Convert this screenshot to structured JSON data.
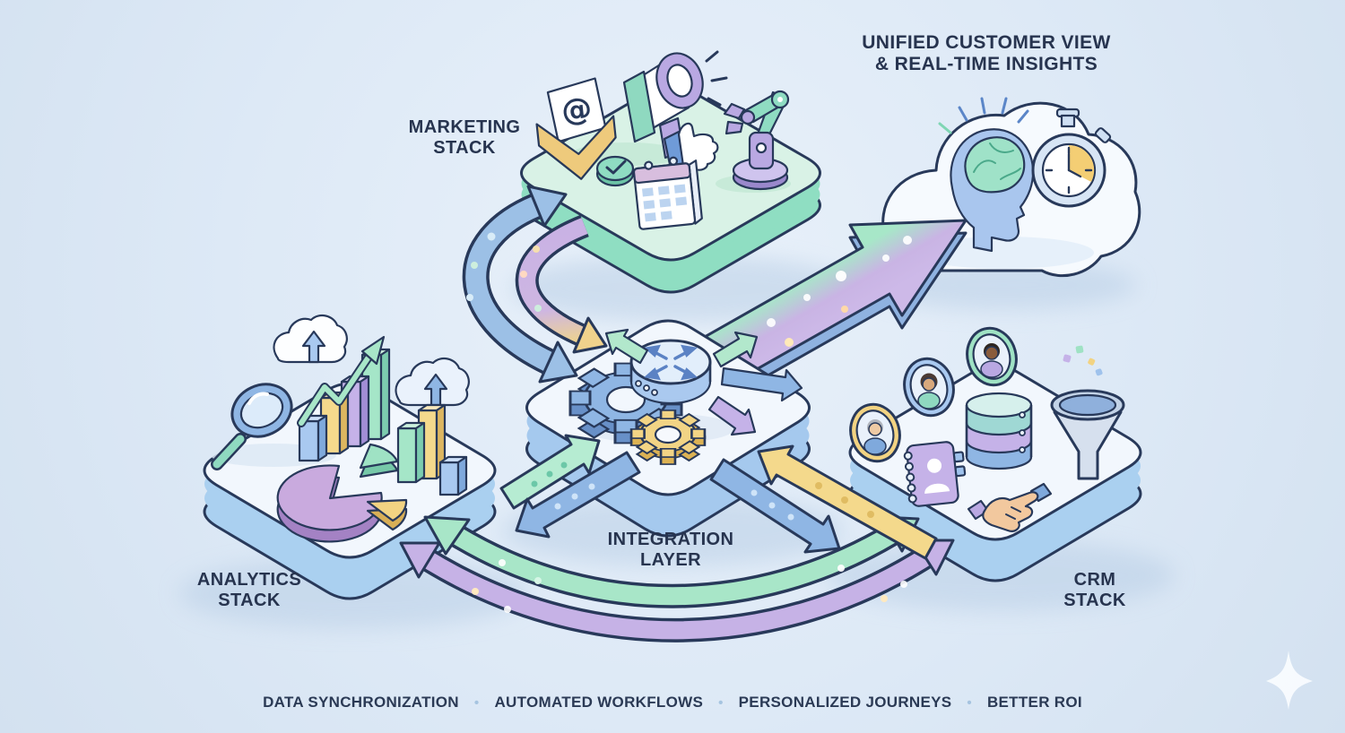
{
  "nodes": {
    "marketing": {
      "label": "MARKETING STACK",
      "icons": [
        "envelope-at",
        "megaphone",
        "check-circle",
        "thumbs-up",
        "calendar",
        "robot-arm"
      ]
    },
    "insights": {
      "label": "UNIFIED CUSTOMER VIEW & REAL-TIME INSIGHTS",
      "icons": [
        "cloud",
        "head-with-brain",
        "stopwatch"
      ]
    },
    "analytics": {
      "label": "ANALYTICS STACK",
      "icons": [
        "magnifier",
        "bar-chart",
        "trend-arrow",
        "upload-cloud",
        "pie-chart"
      ]
    },
    "integration": {
      "label": "INTEGRATION LAYER",
      "icons": [
        "gear-blue",
        "gear-yellow",
        "router-hub"
      ]
    },
    "crm": {
      "label": "CRM STACK",
      "icons": [
        "avatar-badges",
        "contact-book",
        "database",
        "funnel",
        "handshake"
      ]
    }
  },
  "glyphs": {
    "at_symbol": "@"
  },
  "footer": {
    "items": [
      "DATA SYNCHRONIZATION",
      "AUTOMATED WORKFLOWS",
      "PERSONALIZED JOURNEYS",
      "BETTER ROI"
    ],
    "separator": "•"
  },
  "palette": {
    "background": "#dde9f6",
    "outline_navy": "#28395a",
    "text_navy": "#27344f",
    "platform_green_top": "#d9f2e6",
    "platform_green_side": "#8fdec2",
    "platform_blue_top": "#f2f7fd",
    "platform_blue_side": "#aad0f0",
    "arrow_blue": "#9cc0e6",
    "arrow_green": "#a8e6c8",
    "arrow_purple": "#c6b2e6",
    "arrow_yellow": "#f4d98c",
    "cloud_fill": "#f6fafe",
    "brain_teal": "#9fe2c8",
    "head_blue": "#a9c6ee"
  }
}
